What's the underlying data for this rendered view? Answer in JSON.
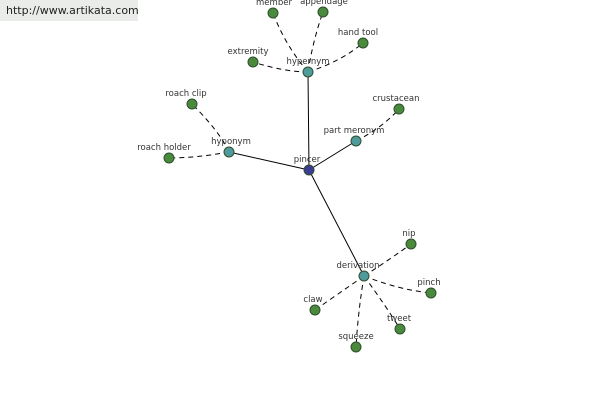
{
  "banner": {
    "url_text": "http://www.artikata.com"
  },
  "colors": {
    "root": "#3c3c96",
    "relation": "#4f9a9a",
    "word": "#4a8a3c",
    "edge": "#000000"
  },
  "graph": {
    "root": {
      "id": "pincer",
      "label": "pincer"
    },
    "relations": [
      {
        "id": "hypernym",
        "label": "hypernym",
        "words": [
          {
            "id": "member",
            "label": "member"
          },
          {
            "id": "appendage",
            "label": "appendage"
          },
          {
            "id": "hand-tool",
            "label": "hand tool"
          },
          {
            "id": "extremity",
            "label": "extremity"
          }
        ]
      },
      {
        "id": "hyponym",
        "label": "hyponym",
        "words": [
          {
            "id": "roach-clip",
            "label": "roach clip"
          },
          {
            "id": "roach-holder",
            "label": "roach holder"
          }
        ]
      },
      {
        "id": "part-meronym",
        "label": "part meronym",
        "words": [
          {
            "id": "crustacean",
            "label": "crustacean"
          }
        ]
      },
      {
        "id": "derivation",
        "label": "derivation",
        "words": [
          {
            "id": "nip",
            "label": "nip"
          },
          {
            "id": "pinch",
            "label": "pinch"
          },
          {
            "id": "tweet",
            "label": "tweet"
          },
          {
            "id": "squeeze",
            "label": "squeeze"
          },
          {
            "id": "claw",
            "label": "claw"
          }
        ]
      }
    ]
  }
}
